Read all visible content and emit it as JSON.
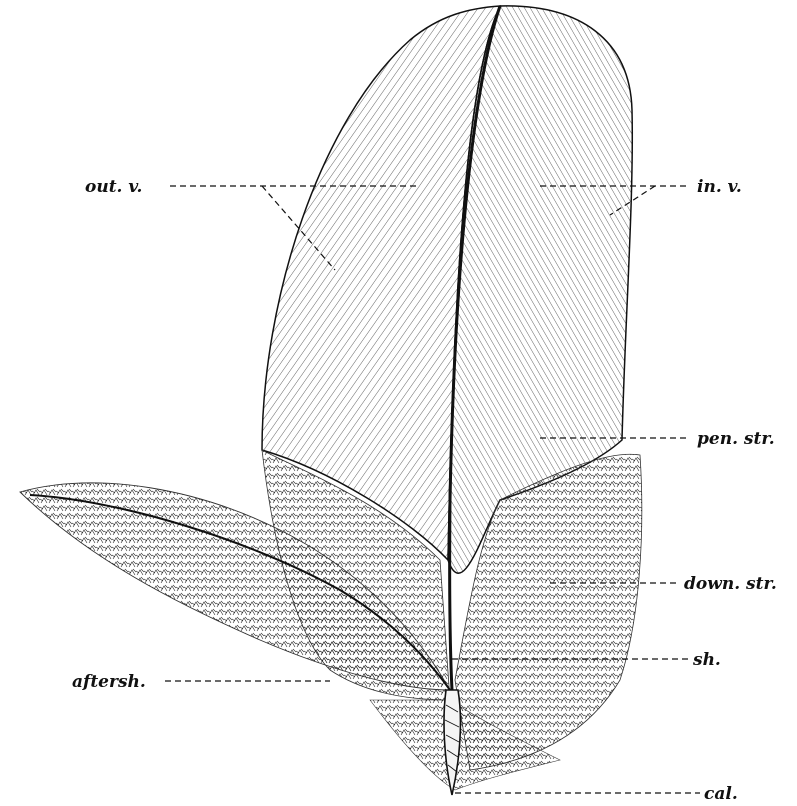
{
  "labels": {
    "outer_vane": "out. v.",
    "inner_vane": "in. v.",
    "pennaceous_structure": "pen. str.",
    "downy_structure": "down. str.",
    "aftershaft": "aftersh.",
    "shaft": "sh.",
    "calamus": "cal."
  },
  "colors": {
    "ink": "#111111",
    "background": "#ffffff"
  }
}
